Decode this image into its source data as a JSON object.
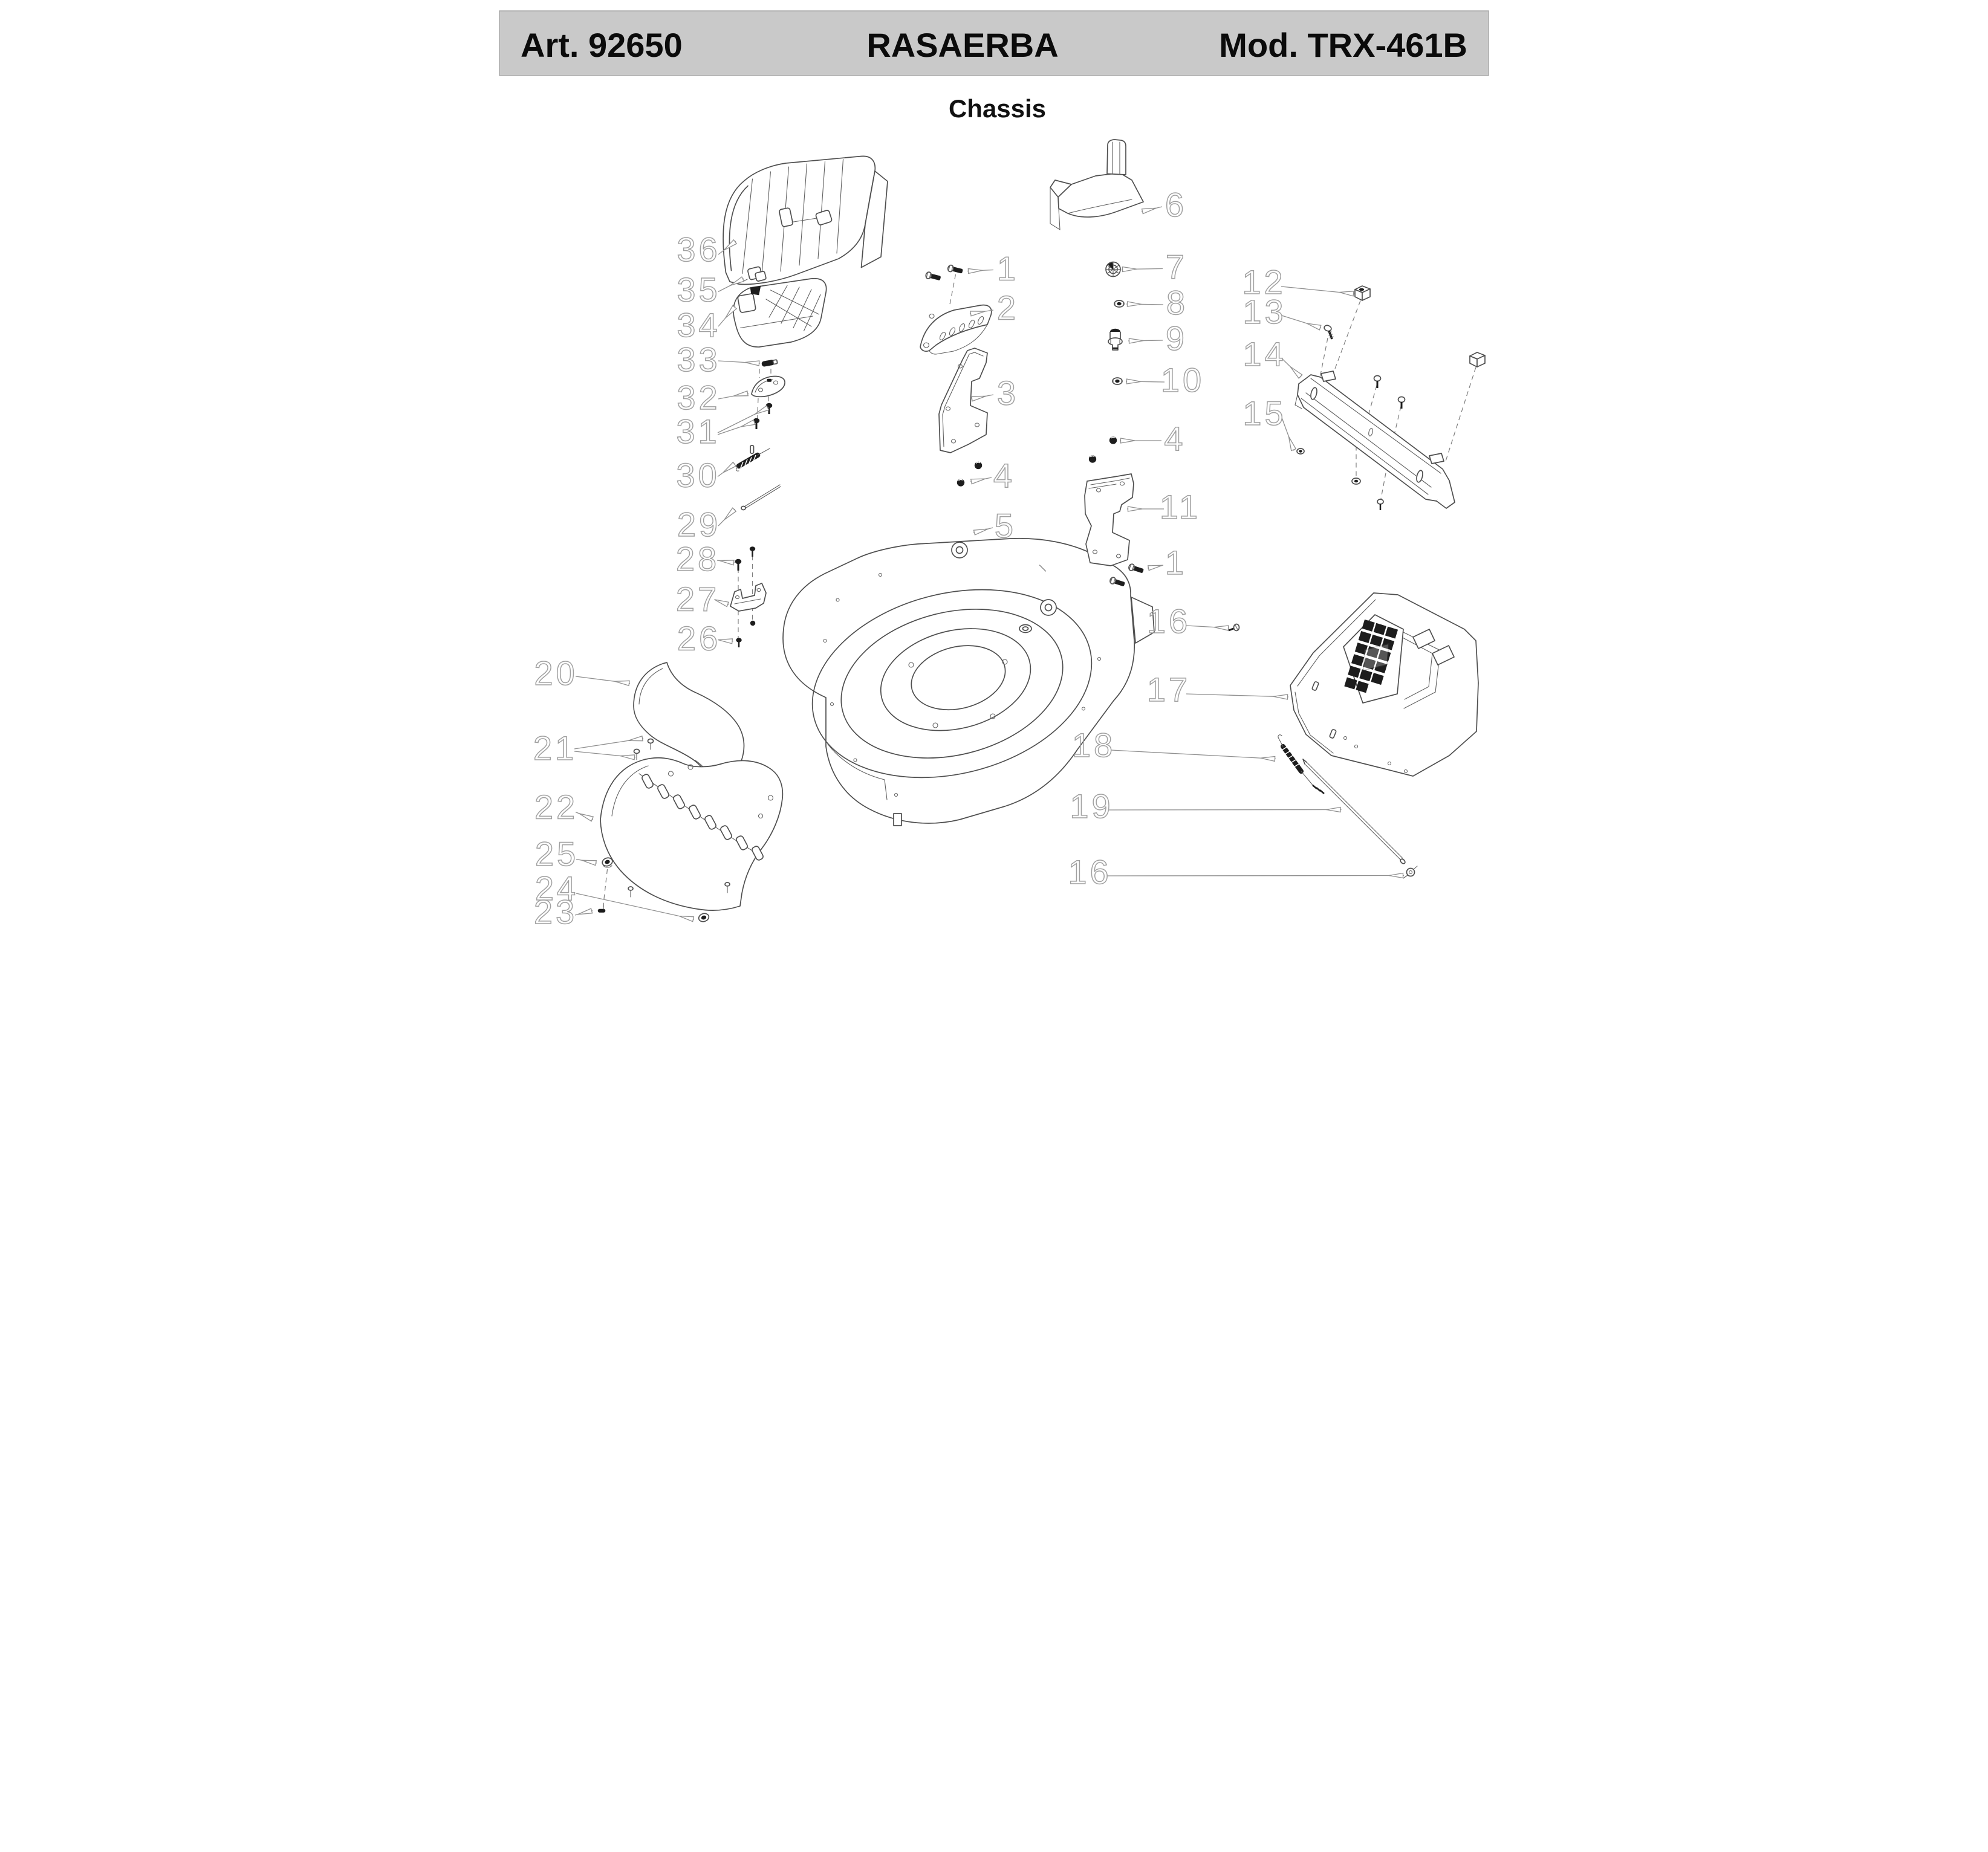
{
  "header": {
    "bg": "#c9c9c9",
    "art": "Art. 92650",
    "brand": "RASAERBA",
    "model": "Mod. TRX-461B"
  },
  "title": "Chassis",
  "callouts": [
    {
      "n": "36"
    },
    {
      "n": "35"
    },
    {
      "n": "34"
    },
    {
      "n": "33"
    },
    {
      "n": "32"
    },
    {
      "n": "31"
    },
    {
      "n": "30"
    },
    {
      "n": "29"
    },
    {
      "n": "28"
    },
    {
      "n": "27"
    },
    {
      "n": "26"
    },
    {
      "n": "20"
    },
    {
      "n": "21"
    },
    {
      "n": "22"
    },
    {
      "n": "25"
    },
    {
      "n": "24"
    },
    {
      "n": "23"
    },
    {
      "n": "1"
    },
    {
      "n": "2"
    },
    {
      "n": "3"
    },
    {
      "n": "4"
    },
    {
      "n": "5"
    },
    {
      "n": "6"
    },
    {
      "n": "7"
    },
    {
      "n": "8"
    },
    {
      "n": "9"
    },
    {
      "n": "10"
    },
    {
      "n": "4"
    },
    {
      "n": "11"
    },
    {
      "n": "1"
    },
    {
      "n": "12"
    },
    {
      "n": "13"
    },
    {
      "n": "14"
    },
    {
      "n": "15"
    },
    {
      "n": "16"
    },
    {
      "n": "17"
    },
    {
      "n": "18"
    },
    {
      "n": "19"
    },
    {
      "n": "16"
    }
  ],
  "parts": [
    "upper-deflector-panel",
    "latch-clip",
    "grille-cover",
    "pivot-pin",
    "lever-plate",
    "screws-pair",
    "tension-spring",
    "pivot-rod",
    "screw",
    "u-bracket",
    "screw",
    "side-trim-panel",
    "screws-pair",
    "rear-skirt-housing",
    "flange-washer",
    "flange-washer",
    "elbow-screw",
    "hex-bolts",
    "curved-height-bracket",
    "side-plate-left",
    "dome-nuts",
    "chassis-deck",
    "belt-guard",
    "wheel-cap",
    "nut",
    "grease-fitting",
    "flange-nut",
    "dome-nuts",
    "side-plate-right",
    "hex-bolt",
    "square-nut",
    "screw",
    "height-adjust-rail",
    "nut",
    "screw",
    "rear-cover",
    "spring",
    "link-rod",
    "rod-eyelet"
  ]
}
